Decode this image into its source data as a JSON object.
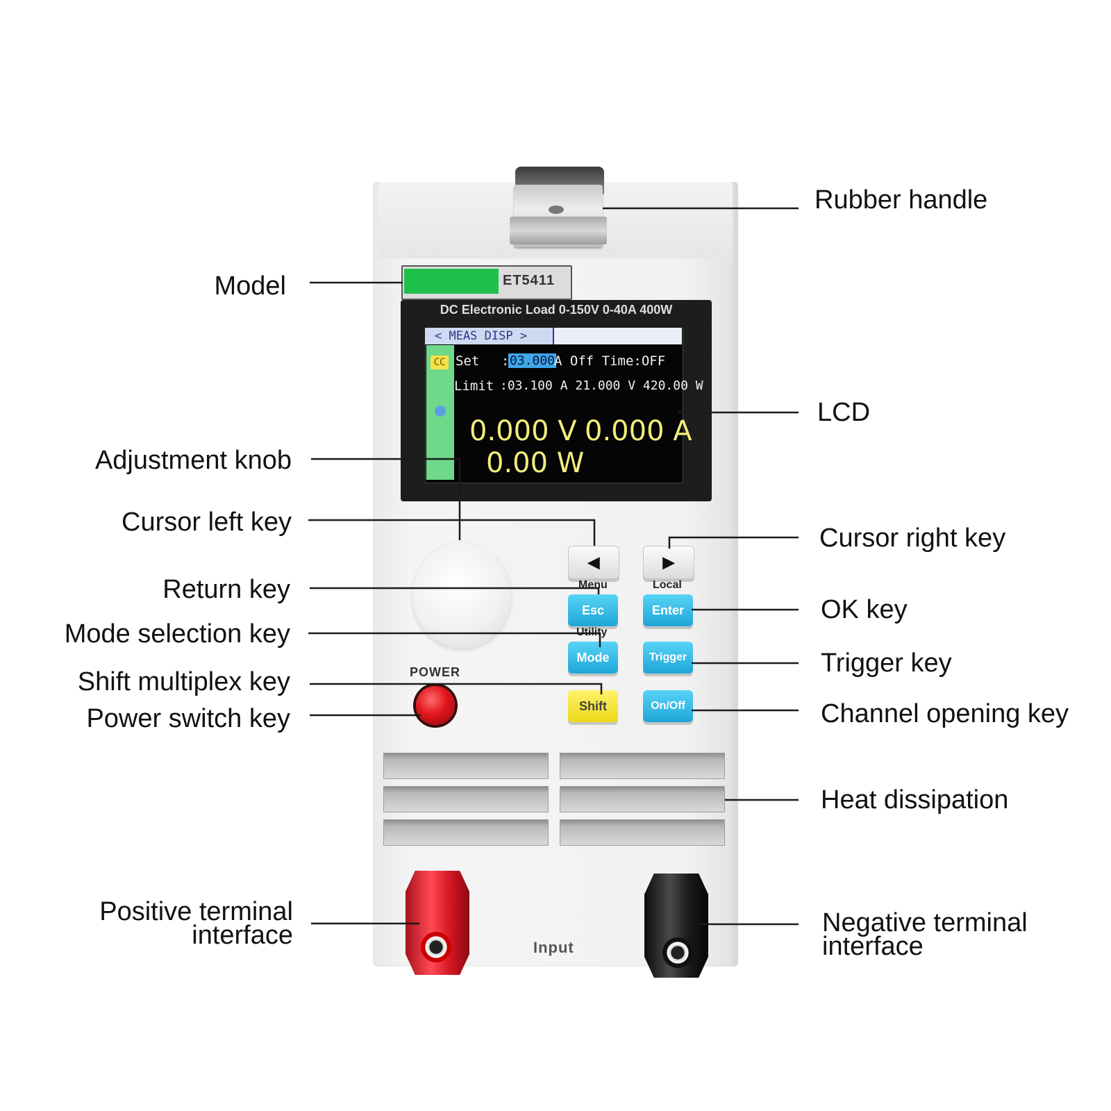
{
  "device": {
    "model": "ET5411",
    "caption": "DC Electronic Load 0-150V 0-40A 400W",
    "lcd": {
      "menu": "< MEAS   DISP >",
      "mode": "CC",
      "set_label": "Set",
      "set_value": "03.000",
      "set_suffix": "A Off  Time:OFF",
      "limit_label": "Limit",
      "limit_value": ":03.100 A 21.000 V 420.00 W",
      "voltage": "0.000 V",
      "current": "0.000 A",
      "power": "0.00 W"
    },
    "power_label": "POWER",
    "input_label": "Input",
    "keys": {
      "cursor_left": "◀",
      "cursor_right": "▶",
      "menu": "Menu",
      "local": "Local",
      "utility": "Utility",
      "esc": "Esc",
      "enter": "Enter",
      "mode": "Mode",
      "trigger": "Trigger",
      "shift": "Shift",
      "onoff": "On/Off"
    }
  },
  "labels": {
    "rubber_handle": "Rubber handle",
    "model": "Model",
    "lcd": "LCD",
    "adjustment_knob": "Adjustment knob",
    "cursor_left_key": "Cursor left key",
    "cursor_right_key": "Cursor right key",
    "return_key": "Return key",
    "ok_key": "OK key",
    "mode_selection_key": "Mode selection key",
    "trigger_key": "Trigger key",
    "shift_multiplex_key": "Shift multiplex key",
    "power_switch_key": "Power switch key",
    "channel_opening_key": "Channel opening key",
    "heat_dissipation": "Heat dissipation",
    "positive_terminal_line1": "Positive terminal",
    "positive_terminal_line2": "interface",
    "negative_terminal_line1": "Negative terminal",
    "negative_terminal_line2": "interface"
  },
  "colors": {
    "model_green": "#1fbf4c",
    "key_cyan": "#1fa6d8",
    "key_yellow": "#ecd818",
    "power_red": "#e0151b",
    "lcd_reading": "#f1ee7a"
  }
}
